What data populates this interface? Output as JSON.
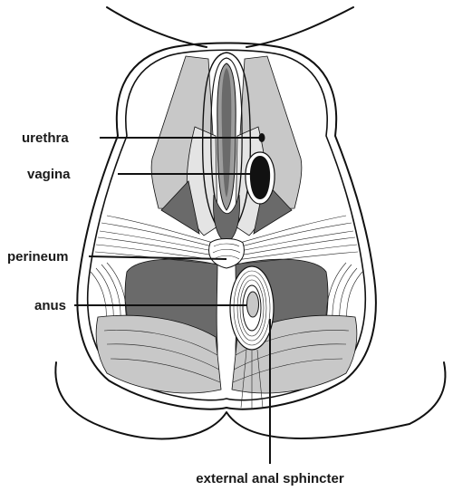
{
  "labels": {
    "urethra": "urethra",
    "vagina": "vagina",
    "perineum": "perineum",
    "anus": "anus",
    "external_anal_sphincter": "external anal sphincter"
  },
  "colors": {
    "dark_tissue": "#6a6a6a",
    "mid_tissue": "#9c9c9c",
    "light_tissue": "#c8c8c8",
    "pale_tissue": "#e4e4e4",
    "outline": "#111111",
    "label_text": "#1a1a1a"
  }
}
